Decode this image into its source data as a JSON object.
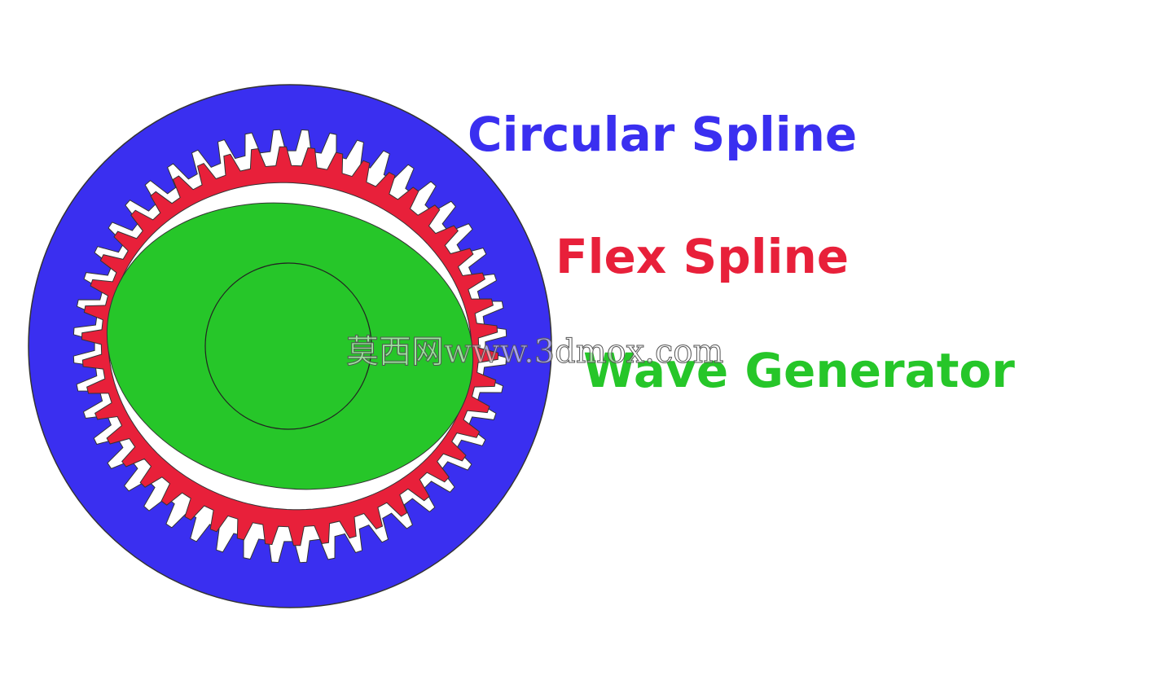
{
  "labels": {
    "circular_spline": "Circular Spline",
    "flex_spline": "Flex Spline",
    "wave_generator": "Wave Generator"
  },
  "watermark": "莫西网www.3dmox.com",
  "colors": {
    "circular_spline": "#3a2ff0",
    "flex_spline": "#e8203a",
    "wave_generator": "#26c629",
    "gap": "#ffffff",
    "outline": "#222222"
  },
  "gear": {
    "circular_spline_teeth": 48,
    "flex_spline_teeth": 46
  }
}
